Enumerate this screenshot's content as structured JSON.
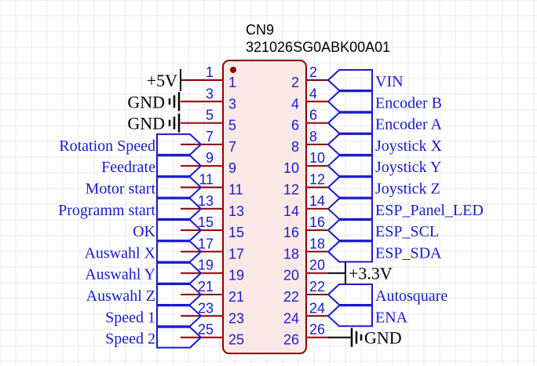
{
  "component": {
    "ref": "CN9",
    "part": "321026SG0ABK00A01"
  },
  "colors": {
    "wire": "#8b0000",
    "body_fill": "#fbe9e7",
    "body_stroke": "#8b0000",
    "net_label": "#1a1acc",
    "pin_number": "#1a1acc",
    "pin_name": "#1a1acc",
    "power": "#000000",
    "grid": "#e8e8e8"
  },
  "left_pins": [
    {
      "num": "1",
      "name": "1",
      "net": "+5V",
      "kind": "power"
    },
    {
      "num": "3",
      "name": "3",
      "net": "GND",
      "kind": "ground"
    },
    {
      "num": "5",
      "name": "5",
      "net": "GND",
      "kind": "ground"
    },
    {
      "num": "7",
      "name": "7",
      "net": "Rotation Speed",
      "kind": "label"
    },
    {
      "num": "9",
      "name": "9",
      "net": "Feedrate",
      "kind": "label"
    },
    {
      "num": "11",
      "name": "11",
      "net": "Motor start",
      "kind": "label"
    },
    {
      "num": "13",
      "name": "13",
      "net": "Programm start",
      "kind": "label"
    },
    {
      "num": "15",
      "name": "15",
      "net": "OK",
      "kind": "label"
    },
    {
      "num": "17",
      "name": "17",
      "net": "Auswahl X",
      "kind": "label"
    },
    {
      "num": "19",
      "name": "19",
      "net": "Auswahl Y",
      "kind": "label"
    },
    {
      "num": "21",
      "name": "21",
      "net": "Auswahl Z",
      "kind": "label"
    },
    {
      "num": "23",
      "name": "23",
      "net": "Speed 1",
      "kind": "label"
    },
    {
      "num": "25",
      "name": "25",
      "net": "Speed 2",
      "kind": "label"
    }
  ],
  "right_pins": [
    {
      "num": "2",
      "name": "2",
      "net": "VIN",
      "kind": "label"
    },
    {
      "num": "4",
      "name": "4",
      "net": "Encoder B",
      "kind": "label"
    },
    {
      "num": "6",
      "name": "6",
      "net": "Encoder A",
      "kind": "label"
    },
    {
      "num": "8",
      "name": "8",
      "net": "Joystick X",
      "kind": "label"
    },
    {
      "num": "10",
      "name": "10",
      "net": "Joystick Y",
      "kind": "label"
    },
    {
      "num": "12",
      "name": "12",
      "net": "Joystick Z",
      "kind": "label"
    },
    {
      "num": "14",
      "name": "14",
      "net": "ESP_Panel_LED",
      "kind": "label"
    },
    {
      "num": "16",
      "name": "16",
      "net": "ESP_SCL",
      "kind": "label"
    },
    {
      "num": "18",
      "name": "18",
      "net": "ESP_SDA",
      "kind": "label"
    },
    {
      "num": "20",
      "name": "20",
      "net": "+3.3V",
      "kind": "power"
    },
    {
      "num": "22",
      "name": "22",
      "net": "Autosquare",
      "kind": "label"
    },
    {
      "num": "24",
      "name": "24",
      "net": "ENA",
      "kind": "label"
    },
    {
      "num": "26",
      "name": "26",
      "net": "GND",
      "kind": "ground"
    }
  ]
}
